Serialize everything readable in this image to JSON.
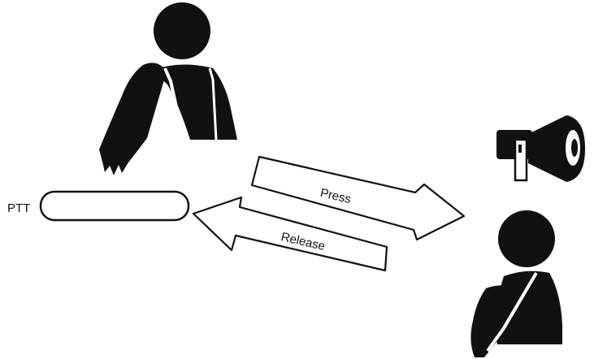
{
  "diagram": {
    "ptt_label": "PTT",
    "press_label": "Press",
    "release_label": "Release",
    "ink_color": "#111111",
    "paper_color": "#ffffff"
  }
}
